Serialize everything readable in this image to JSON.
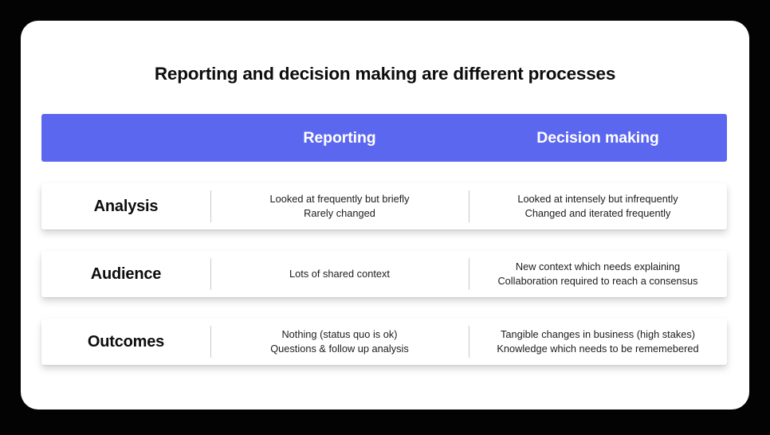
{
  "slide": {
    "title": "Reporting and decision making are different processes",
    "accent_color": "#5c67f0",
    "card_background": "#ffffff",
    "frame_color": "#030303"
  },
  "table": {
    "row_label_header": "",
    "columns": [
      {
        "label": "Reporting"
      },
      {
        "label": "Decision making"
      }
    ],
    "rows": [
      {
        "label": "Analysis",
        "reporting": [
          "Looked at frequently but briefly",
          "Rarely changed"
        ],
        "decision_making": [
          "Looked at intensely but infrequently",
          "Changed and iterated frequently"
        ]
      },
      {
        "label": "Audience",
        "reporting": [
          "Lots of shared context"
        ],
        "decision_making": [
          "New context which needs explaining",
          "Collaboration required to reach a consensus"
        ]
      },
      {
        "label": "Outcomes",
        "reporting": [
          "Nothing (status quo is ok)",
          "Questions & follow up analysis"
        ],
        "decision_making": [
          "Tangible changes in business (high stakes)",
          "Knowledge which needs to be rememebered"
        ]
      }
    ]
  }
}
